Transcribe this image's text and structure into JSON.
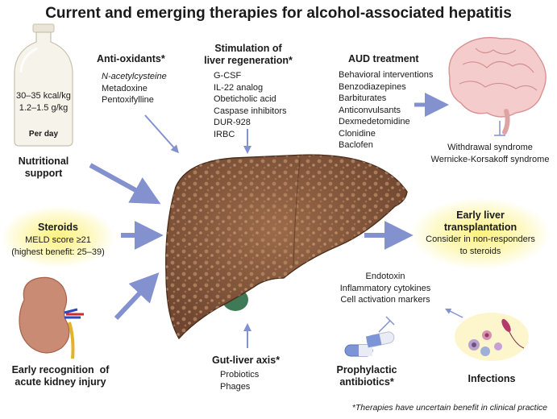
{
  "title": "Current and emerging therapies for alcohol-associated hepatitis",
  "nutrition": {
    "bottle_line1": "30–35 kcal/kg",
    "bottle_line2": "1.2–1.5 g/kg",
    "bottle_line3": "Per day",
    "label_line1": "Nutritional",
    "label_line2": "support"
  },
  "antioxidants": {
    "heading": "Anti-oxidants*",
    "items": [
      "N-acetylcysteine",
      "Metadoxine",
      "Pentoxifylline"
    ]
  },
  "regeneration": {
    "heading_line1": "Stimulation of",
    "heading_line2": "liver regeneration*",
    "items": [
      "G-CSF",
      "IL-22 analog",
      "Obeticholic acid",
      "Caspase inhibitors",
      "DUR-928",
      "IRBC"
    ]
  },
  "aud": {
    "heading": "AUD treatment",
    "items": [
      "Behavioral interventions",
      "Benzodiazepines",
      "Barbiturates",
      "Anticonvulsants",
      "Dexmedetomidine",
      "Clonidine",
      "Baclofen"
    ]
  },
  "brain_effects": [
    "Withdrawal syndrome",
    "Wernicke-Korsakoff syndrome"
  ],
  "steroids": {
    "heading": "Steroids",
    "line1": "MELD score ≥21",
    "line2": "(highest benefit: 25–39)"
  },
  "transplant": {
    "heading_line1": "Early liver",
    "heading_line2": "transplantation",
    "line1": "Consider in non-responders",
    "line2": "to steroids"
  },
  "kidney": {
    "label_line1": "Early recognition  of",
    "label_line2": "acute kidney injury"
  },
  "gut": {
    "heading": "Gut-liver axis*",
    "items": [
      "Probiotics",
      "Phages"
    ]
  },
  "antibiotics": {
    "heading_line1": "Prophylactic",
    "heading_line2": "antibiotics*"
  },
  "endotoxin_items": [
    "Endotoxin",
    "Inflammatory cytokines",
    "Cell activation markers"
  ],
  "infections": {
    "label": "Infections"
  },
  "footnote": "*Therapies have uncertain benefit in clinical practice",
  "colors": {
    "arrow": "#8391cf",
    "liver": "#8a5a3c",
    "liver_dark": "#5e3a25",
    "glow": "#fbef8c",
    "kidney": "#c98b73",
    "brain": "#f2c7c7"
  }
}
